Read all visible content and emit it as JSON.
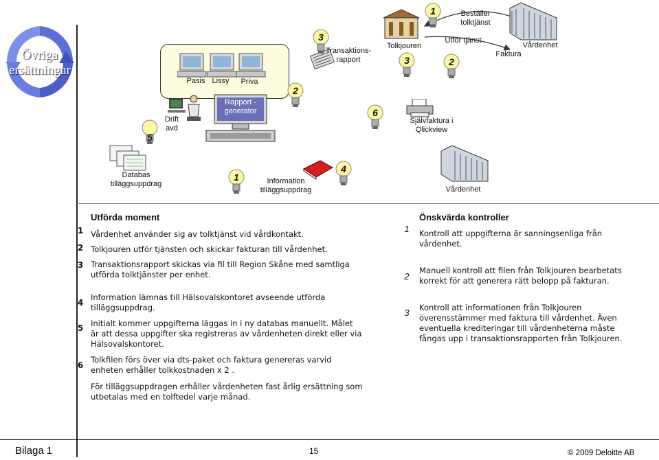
{
  "logo": {
    "line1": "Övriga",
    "line2": "ersättningar"
  },
  "diagram": {
    "pasis": "Pasis",
    "lissy": "Lissy",
    "priva": "Priva",
    "drift": "Drift",
    "avd": "avd",
    "rapport_line1": "Rapport -",
    "rapport_line2": "generator",
    "transaktion_line1": "Transaktions-",
    "transaktion_line2": "rapport",
    "tolkjouren": "Tolkjouren",
    "bestaller_line1": "Beställer",
    "bestaller_line2": "tolktjänst",
    "utfor": "Utför tjänst",
    "faktura": "Faktura",
    "vardenhet_top": "Vårdenhet",
    "sjalvfaktura": "Självfaktura i Qlickview",
    "databas_line1": "Databas",
    "databas_line2": "tilläggsuppdrag",
    "information_line1": "Information",
    "information_line2": "tilläggsuppdrag",
    "vardenhet_bottom": "Vårdenhet",
    "bulbs": {
      "b5": "5",
      "b3_trans": "3",
      "b2_mid": "2",
      "b3_tolk": "3",
      "b1_top": "1",
      "b2_utfor": "2",
      "b6": "6",
      "b1_bottom": "1",
      "b4": "4"
    }
  },
  "left": {
    "heading": "Utförda moment",
    "nums": [
      "1",
      "2",
      "3",
      "4",
      "5",
      "6"
    ],
    "items": [
      "Vårdenhet använder sig av tolktjänst vid vårdkontakt.",
      "Tolkjouren utför tjänsten och skickar fakturan till vårdenhet.",
      "Transaktionsrapport skickas via fil till Region Skåne med samtliga",
      "utförda tolktjänster per enhet.",
      "Information lämnas till Hälsovalskontoret avseende utförda",
      "tilläggsuppdrag.",
      "Initialt kommer uppgifterna läggas in i ny databas manuellt. Målet",
      "är att dessa uppgifter ska registreras av vårdenheten direkt eller via",
      "Hälsovalskontoret.",
      "Tolkfilen förs över via dts-paket och faktura genereras varvid",
      "enheten erhåller tolkkostnaden x 2 .",
      "För tilläggsuppdragen erhåller vårdenheten fast årlig ersättning som",
      "utbetalas med en tolftedel varje månad."
    ]
  },
  "right": {
    "heading": "Önskvärda kontroller",
    "nums": [
      "1",
      "2",
      "3"
    ],
    "items": [
      "Kontroll att uppgifterna är sanningsenliga från",
      "vårdenhet.",
      "Manuell kontroll att filen från Tolkjouren bearbetats",
      "korrekt för att generera rätt belopp på fakturan.",
      "Kontroll att informationen från Tolkjouren",
      "överensstämmer med faktura till vårdenhet. Även",
      "eventuella krediteringar till vårdenheterna måste",
      "fångas upp i transaktionsrapporten från Tolkjouren."
    ]
  },
  "footer": {
    "bilaga": "Bilaga 1",
    "page": "15",
    "copyright": "© 2009 Deloitte AB"
  }
}
